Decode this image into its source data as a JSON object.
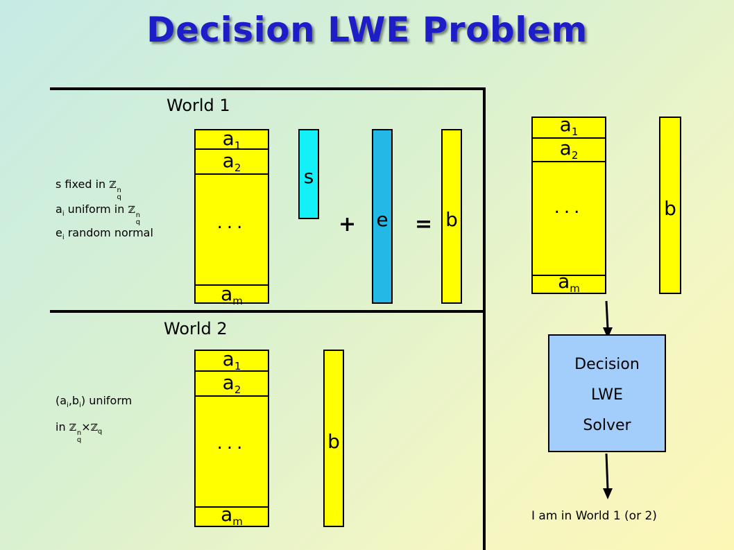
{
  "title": "Decision LWE Problem",
  "world1": {
    "label": "World 1",
    "matrix": {
      "row1": "a",
      "row1_sub": "1",
      "row2": "a",
      "row2_sub": "2",
      "dots": "...",
      "rowm": "a",
      "rowm_sub": "m"
    },
    "secret": "s",
    "plus": "+",
    "error": "e",
    "equals": "=",
    "result": "b",
    "notes": {
      "line1_prefix": "s fixed in ",
      "line2_var": "a",
      "line2_sub": "i",
      "line2_text": " uniform in ",
      "line3_var": "e",
      "line3_sub": "i",
      "line3_text": " random normal",
      "set_symbol": "ℤ",
      "sup_n": "n",
      "sub_q": "q"
    }
  },
  "world2": {
    "label": "World 2",
    "matrix": {
      "row1": "a",
      "row1_sub": "1",
      "row2": "a",
      "row2_sub": "2",
      "dots": "...",
      "rowm": "a",
      "rowm_sub": "m"
    },
    "result": "b",
    "notes": {
      "pair_open": "(a",
      "pair_a_sub": "i",
      "pair_comma": ",b",
      "pair_b_sub": "i",
      "pair_close": ")  uniform",
      "line2_prefix": "in ",
      "times": "×",
      "set_symbol": "ℤ",
      "sup_n": "n",
      "sub_q": "q"
    }
  },
  "input": {
    "matrix": {
      "row1": "a",
      "row1_sub": "1",
      "row2": "a",
      "row2_sub": "2",
      "dots": "...",
      "rowm": "a",
      "rowm_sub": "m"
    },
    "result": "b"
  },
  "solver": {
    "line1": "Decision",
    "line2": "LWE",
    "line3": "Solver"
  },
  "output": "I am in World 1 (or 2)",
  "colors": {
    "title": "#1e1ec8",
    "matrix": "#ffff00",
    "secret": "#14f0f8",
    "error": "#23b8e6",
    "solver": "#a3cdfa"
  }
}
